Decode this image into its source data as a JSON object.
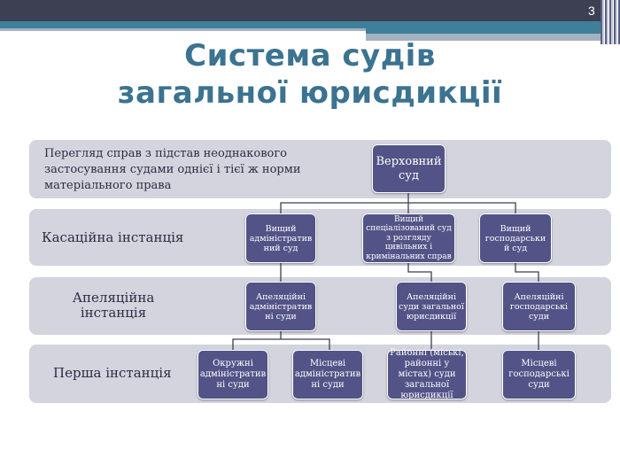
{
  "slide": {
    "page_number": "3",
    "title": "Система судів загальної юрисдикції"
  },
  "bands": [
    {
      "label": "Перегляд справ з підстав неоднакового застосування судами однієї і тієї ж норми матеріального права"
    },
    {
      "label": "Касаційна інстанція"
    },
    {
      "label": "Апеляційна інстанція"
    },
    {
      "label": "Перша інстанція"
    }
  ],
  "nodes": {
    "supreme": "Верховний суд",
    "cass_admin": "Вищий адміністратив ний суд",
    "cass_special": "Вищий спеціалізований суд з розгляду цивільних і кримінальних справ",
    "cass_commercial": "Вищий господарськи й суд",
    "app_admin": "Апеляційні адміністратив ні суди",
    "app_general": "Апеляційні суди загальної юрисдикції",
    "app_commercial": "Апеляційні господарські суди",
    "first_district_admin": "Окружні адміністратив ні суди",
    "first_local_admin": "Місцеві адміністратив ні суди",
    "first_general": "Районні (міські, районні у містах) суди загальної юрисдикції",
    "first_commercial": "Місцеві господарські суди"
  },
  "colors": {
    "node": "#535388",
    "band": "#d3d4dd",
    "title": "#3b7390"
  }
}
